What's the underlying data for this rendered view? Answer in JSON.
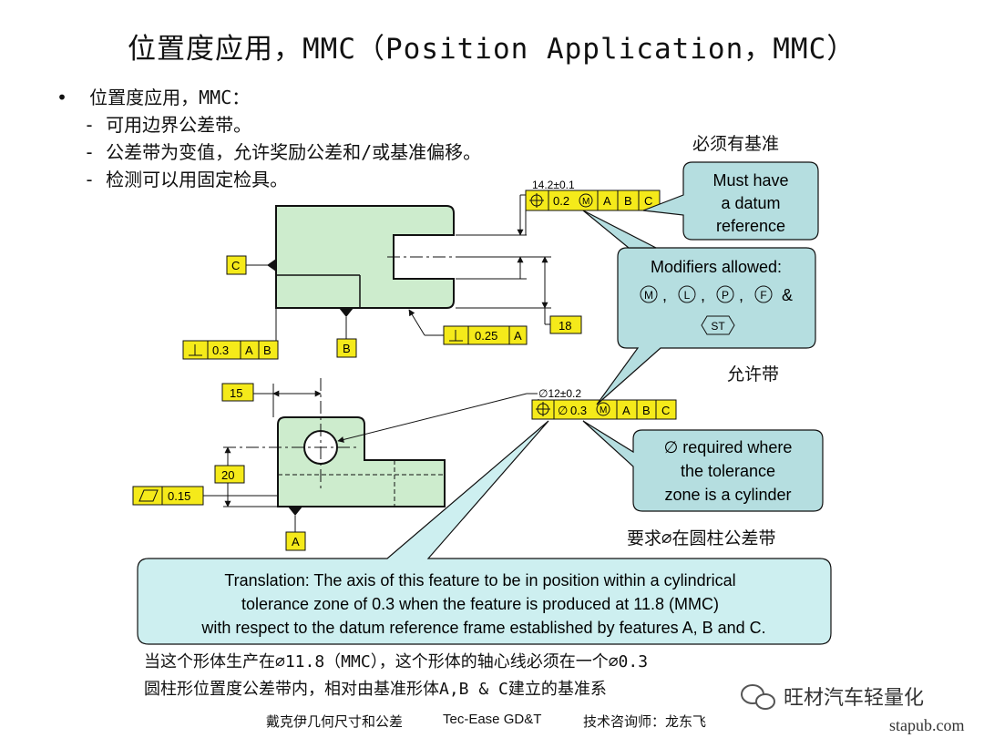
{
  "title": "位置度应用，MMC（Position Application，MMC）",
  "bullets": {
    "marker": "•",
    "main": "位置度应用，MMC：",
    "items": [
      "- 可用边界公差带。",
      "- 公差带为变值，允许奖励公差和/或基准偏移。",
      "- 检测可以用固定检具。"
    ]
  },
  "notes": {
    "datum_zh": "必须有基准",
    "modifiers_zh": "允许带",
    "cyl_zh": "要求∅在圆柱公差带"
  },
  "callouts": {
    "datum": [
      "Must have",
      "a datum",
      "reference"
    ],
    "modifiers_title": "Modifiers allowed:",
    "modifiers_symbols": [
      "M",
      "L",
      "P",
      "F"
    ],
    "modifiers_amp": "&",
    "modifiers_st": "ST",
    "cylinder": [
      "∅ required where",
      "the tolerance",
      "zone is a cylinder"
    ]
  },
  "translation": [
    "Translation:  The axis of this feature to be in position within a cylindrical",
    "tolerance zone of 0.3 when the feature is produced at 11.8 (MMC)",
    "with respect to the datum reference frame established by features A, B and C."
  ],
  "zh_translation": [
    "当这个形体生产在∅11.8（MMC），这个形体的轴心线必须在一个∅0.3",
    "圆柱形位置度公差带内，相对由基准形体A,B & C建立的基准系"
  ],
  "drawing": {
    "dim_top": "14.2±0.1",
    "fcf_top": {
      "tol": "0.2",
      "mod": "M",
      "datums": [
        "A",
        "B",
        "C"
      ]
    },
    "dim_18": "18",
    "datum_c": "C",
    "datum_b": "B",
    "datum_a": "A",
    "perp_left": {
      "tol": "0.3",
      "datums": [
        "A",
        "B"
      ]
    },
    "perp_right": {
      "tol": "0.25",
      "datums": [
        "A"
      ]
    },
    "dim_15": "15",
    "dim_hole": "∅12±0.2",
    "fcf_hole": {
      "dia": "∅",
      "tol": "0.3",
      "mod": "M",
      "datums": [
        "A",
        "B",
        "C"
      ]
    },
    "dim_20": "20",
    "flat": {
      "tol": "0.15"
    }
  },
  "footer": {
    "left": "戴克伊几何尺寸和公差",
    "mid": "Tec-Ease GD&T",
    "right": "技术咨询师：龙东飞"
  },
  "watermark": "旺材汽车轻量化",
  "site": "stapub.com",
  "colors": {
    "part_fill": "#cdeccd",
    "callout_fill": "#b5dee0",
    "fcf_fill": "#f5ea1a",
    "translation_fill": "#cdeff0"
  }
}
